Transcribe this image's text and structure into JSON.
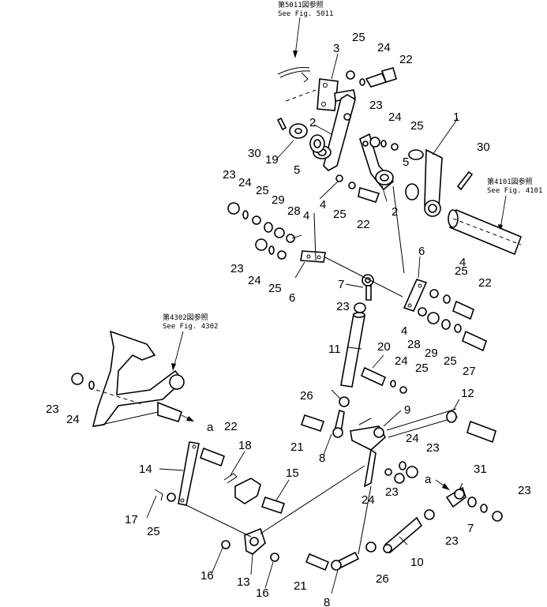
{
  "references": {
    "fig5011": {
      "jp": "第5011図参照",
      "en": "See Fig. 5011"
    },
    "fig4101": {
      "jp": "第4101図参照",
      "en": "See Fig. 4101"
    },
    "fig4302": {
      "jp": "第4302図参照",
      "en": "See Fig. 4302"
    }
  },
  "callout_mark": "a",
  "labels": {
    "l1": "1",
    "l2a": "2",
    "l2b": "2",
    "l3": "3",
    "l4a": "4",
    "l4b": "4",
    "l4c": "4",
    "l4d": "4",
    "l5a": "5",
    "l5b": "5",
    "l6a": "6",
    "l6b": "6",
    "l7a": "7",
    "l7b": "7",
    "l8a": "8",
    "l8b": "8",
    "l9": "9",
    "l10": "10",
    "l11": "11",
    "l12": "12",
    "l13": "13",
    "l14": "14",
    "l15": "15",
    "l16a": "16",
    "l16b": "16",
    "l17": "17",
    "l18": "18",
    "l19": "19",
    "l20": "20",
    "l21a": "21",
    "l21b": "21",
    "l22a": "22",
    "l22b": "22",
    "l22c": "22",
    "l22d": "22",
    "l23a": "23",
    "l23b": "23",
    "l23c": "23",
    "l23d": "23",
    "l23e": "23",
    "l23f": "23",
    "l23g": "23",
    "l23h": "23",
    "l23i": "23",
    "l24a": "24",
    "l24b": "24",
    "l24c": "24",
    "l24d": "24",
    "l24e": "24",
    "l24f": "24",
    "l24g": "24",
    "l24h": "24",
    "l25a": "25",
    "l25b": "25",
    "l25c": "25",
    "l25d": "25",
    "l25e": "25",
    "l25f": "25",
    "l25g": "25",
    "l25h": "25",
    "l26a": "26",
    "l26b": "26",
    "l27": "27",
    "l28a": "28",
    "l28b": "28",
    "l29a": "29",
    "l29b": "29",
    "l30a": "30",
    "l30b": "30",
    "l31": "31"
  }
}
